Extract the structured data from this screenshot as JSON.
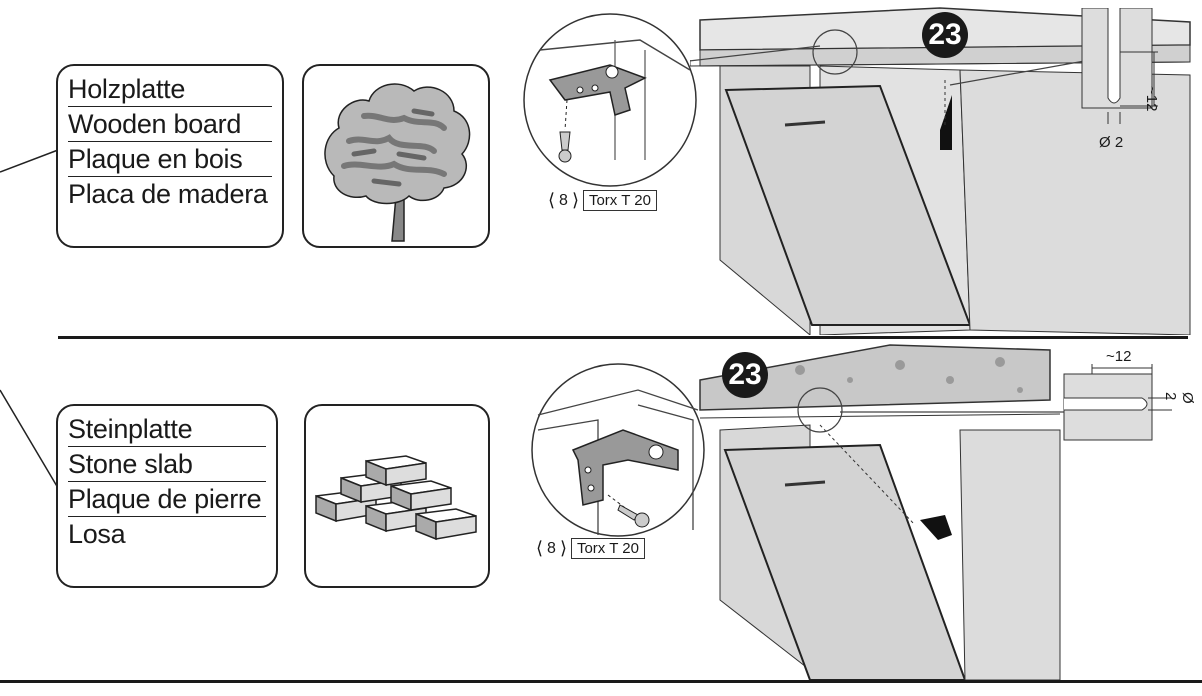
{
  "section_wood": {
    "labels": [
      "Holzplatte",
      "Wooden board",
      "Plaque en bois",
      "Placa de madera"
    ],
    "icon": "tree-icon",
    "tool_size": "8",
    "tool_name": "Torx T 20",
    "screw_count": "23",
    "dim_length": "~12",
    "dim_diameter": "Ø 2"
  },
  "section_stone": {
    "labels": [
      "Steinplatte",
      "Stone slab",
      "Plaque de pierre",
      "Losa"
    ],
    "icon": "bricks-icon",
    "tool_size": "8",
    "tool_name": "Torx T 20",
    "screw_count": "23",
    "dim_length": "~12",
    "dim_diameter": "Ø 2"
  }
}
